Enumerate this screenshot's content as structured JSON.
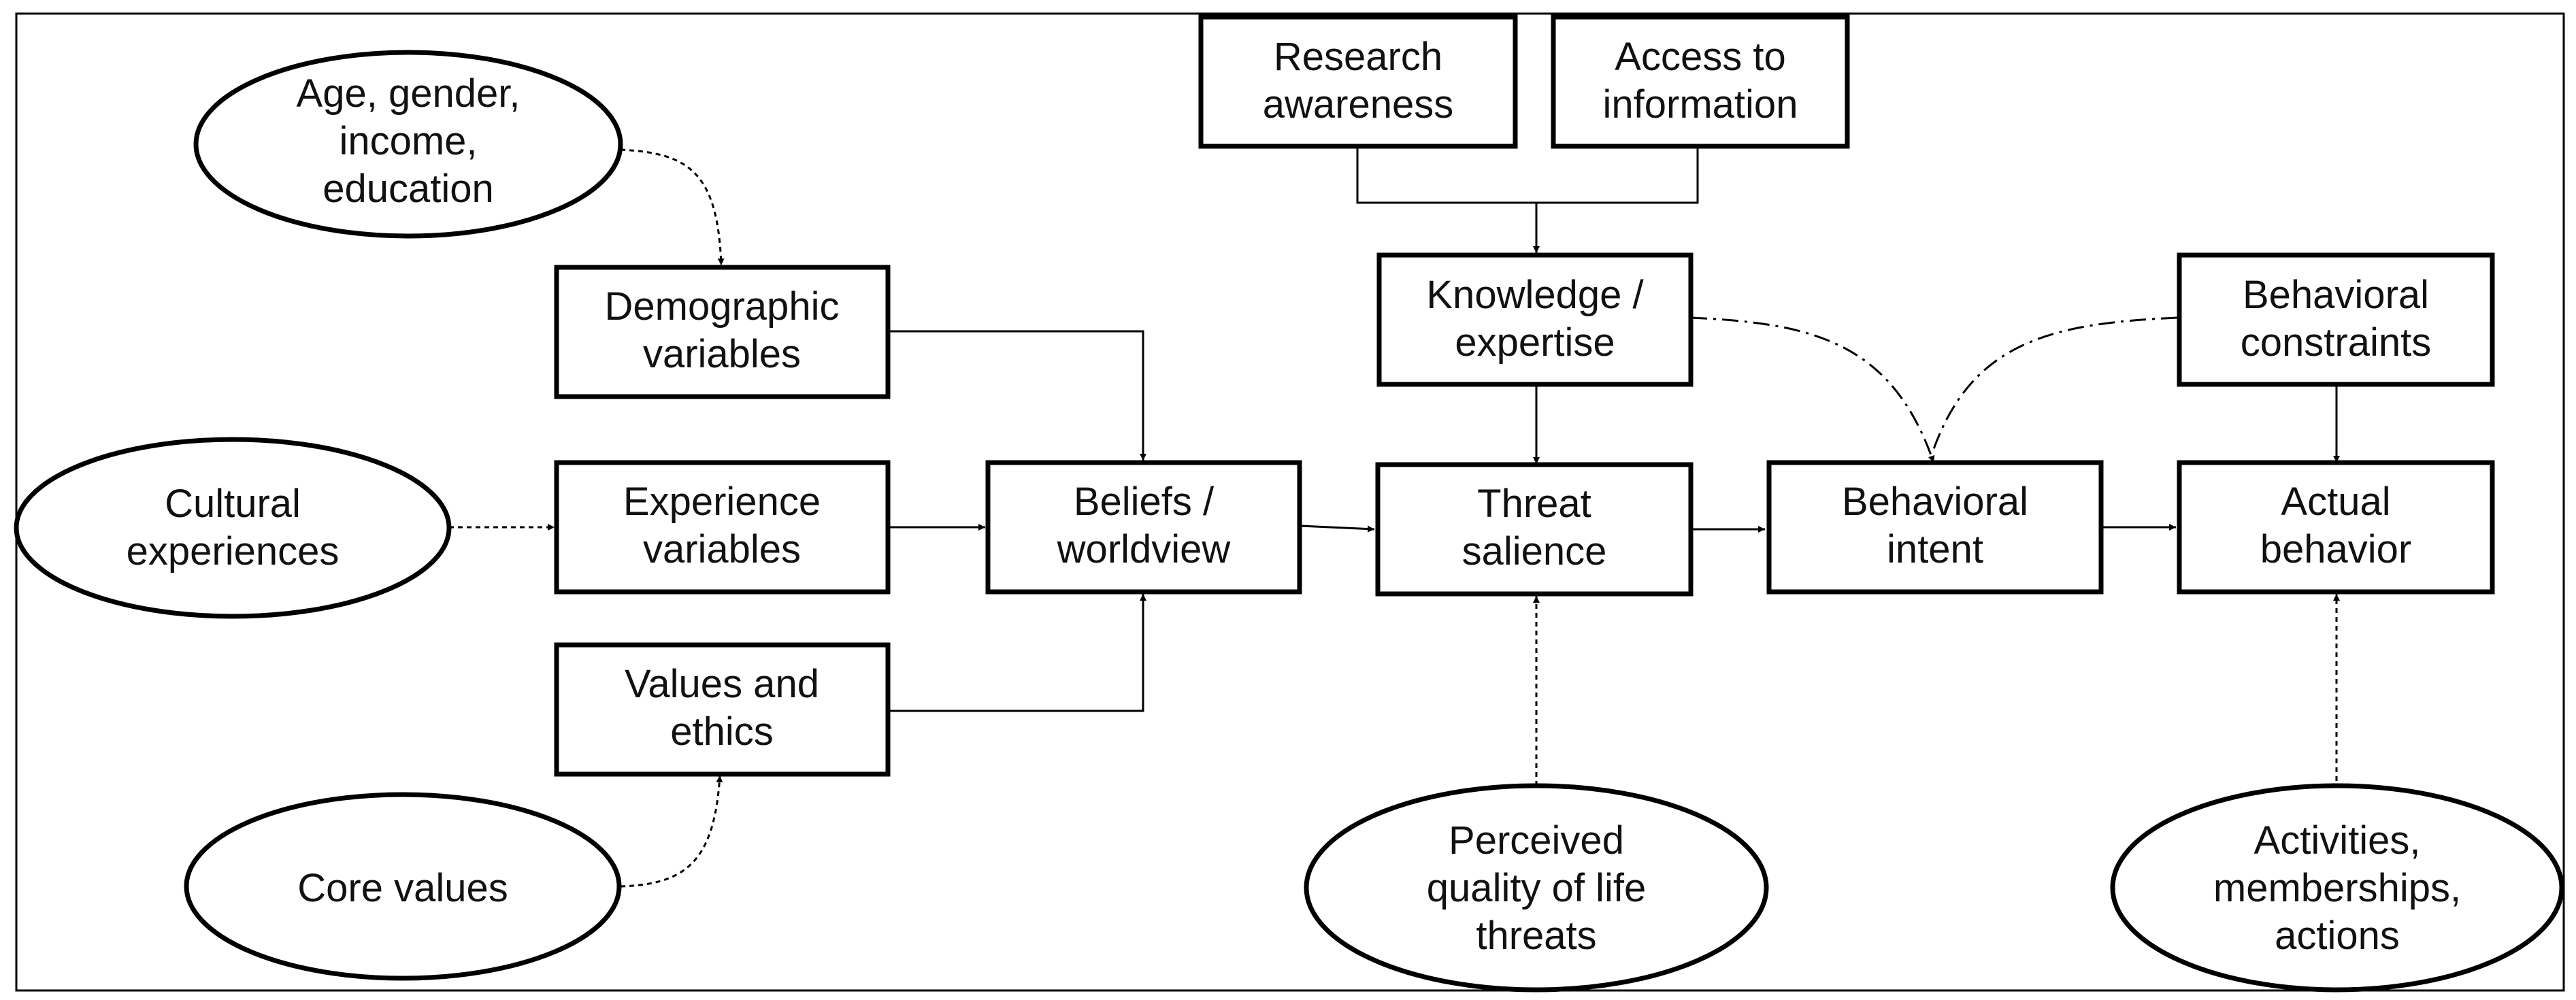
{
  "boxes": {
    "research_awareness": [
      "Research",
      "awareness"
    ],
    "access_information": [
      "Access to",
      "information"
    ],
    "knowledge": [
      "Knowledge /",
      "expertise"
    ],
    "behavioral_constraints": [
      "Behavioral",
      "constraints"
    ],
    "demographic": [
      "Demographic",
      "variables"
    ],
    "experience": [
      "Experience",
      "variables"
    ],
    "values_ethics": [
      "Values and",
      "ethics"
    ],
    "beliefs": [
      "Beliefs /",
      "worldview"
    ],
    "threat": [
      "Threat",
      "salience"
    ],
    "intent": [
      "Behavioral",
      "intent"
    ],
    "actual": [
      "Actual",
      "behavior"
    ]
  },
  "ovals": {
    "age_gender": [
      "Age, gender,",
      "income,",
      "education"
    ],
    "cultural": [
      "Cultural",
      "experiences"
    ],
    "core_values": [
      "Core values"
    ],
    "perceived_threats": [
      "Perceived",
      "quality of life",
      "threats"
    ],
    "activities": [
      "Activities,",
      "memberships,",
      "actions"
    ]
  }
}
